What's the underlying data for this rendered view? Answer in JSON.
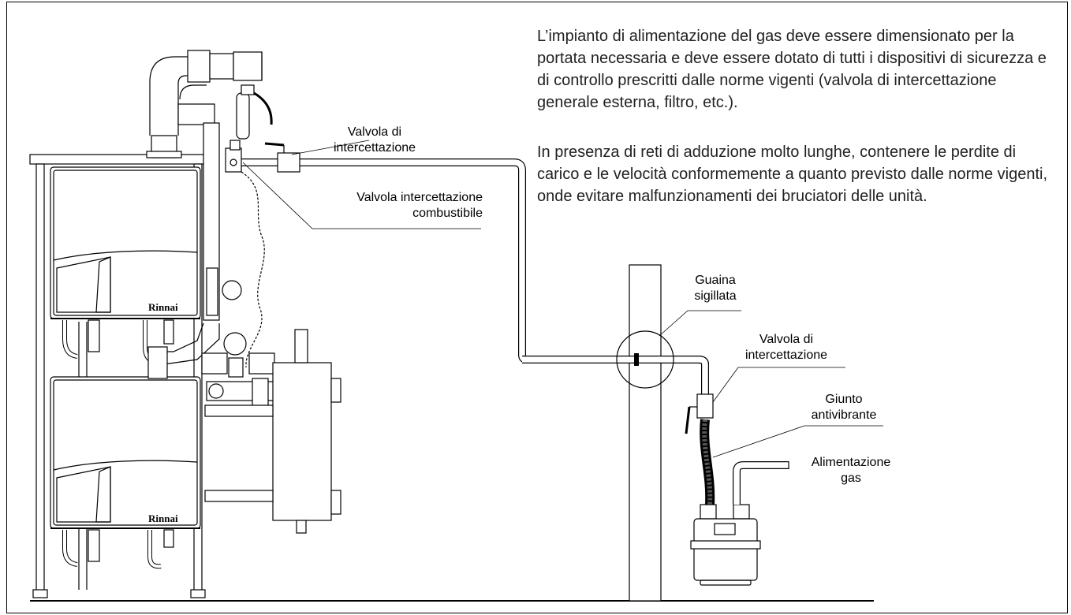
{
  "description_paragraphs": [
    "L’impianto di alimentazione del gas deve essere dimensionato per la portata necessaria e deve essere dotato di tutti i dispositivi di sicurezza e di controllo prescritti dalle norme vigenti (valvola di intercettazione generale esterna, filtro, etc.).",
    "In presenza di reti di adduzione molto lunghe, contenere le perdite di carico e le velocità conformemente a quanto previsto dalle norme vigenti, onde evitare malfunzionamenti dei bruciatori delle unità."
  ],
  "labels": {
    "valvola_intercettazione_top": [
      "Valvola di",
      "intercettazione"
    ],
    "valvola_intercettazione_combustibile": [
      "Valvola intercettazione",
      "combustibile"
    ],
    "guaina_sigillata": [
      "Guaina",
      "sigillata"
    ],
    "valvola_intercettazione_right": [
      "Valvola di",
      "intercettazione"
    ],
    "giunto_antivibrante": [
      "Giunto",
      "antivibrante"
    ],
    "alimentazione_gas": [
      "Alimentazione",
      "gas"
    ]
  },
  "brand": "Rinnai",
  "colors": {
    "line": "#000000",
    "text": "#222222",
    "background": "#ffffff"
  }
}
